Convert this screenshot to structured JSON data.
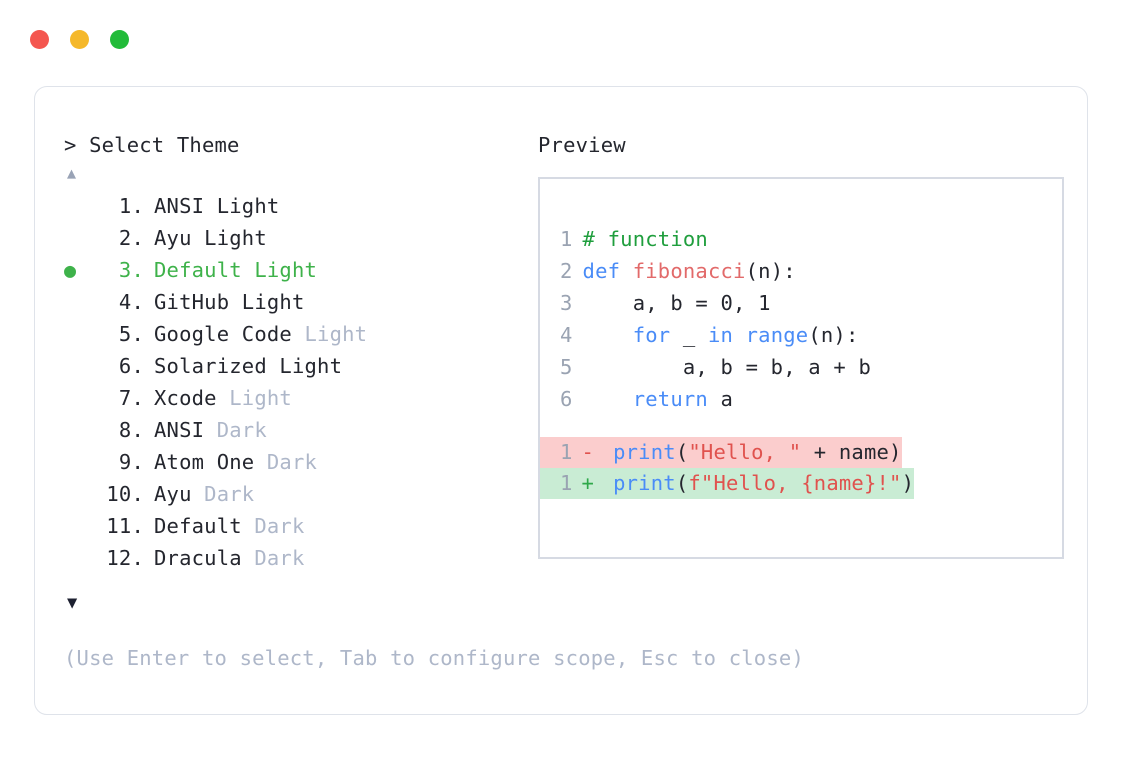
{
  "window": {
    "traffic_lights": [
      {
        "name": "close",
        "color": "#f4564f"
      },
      {
        "name": "minimize",
        "color": "#f5b82a"
      },
      {
        "name": "maximize",
        "color": "#22bb39"
      }
    ]
  },
  "selector": {
    "prompt_symbol": ">",
    "title": "Select Theme",
    "scroll_up_glyph": "▲",
    "scroll_down_glyph": "▼",
    "selected_bullet": "●",
    "selected_index": 3,
    "selected_color": "#3eb24a",
    "items": [
      {
        "index": "1.",
        "name": "ANSI Light",
        "variant": "",
        "selected": false
      },
      {
        "index": "2.",
        "name": "Ayu Light",
        "variant": "",
        "selected": false
      },
      {
        "index": "3.",
        "name": "Default Light",
        "variant": "",
        "selected": true
      },
      {
        "index": "4.",
        "name": "GitHub Light",
        "variant": "",
        "selected": false
      },
      {
        "index": "5.",
        "name": "Google Code",
        "variant": "Light",
        "selected": false
      },
      {
        "index": "6.",
        "name": "Solarized Light",
        "variant": "",
        "selected": false
      },
      {
        "index": "7.",
        "name": "Xcode",
        "variant": "Light",
        "selected": false
      },
      {
        "index": "8.",
        "name": "ANSI",
        "variant": "Dark",
        "selected": false
      },
      {
        "index": "9.",
        "name": "Atom One",
        "variant": "Dark",
        "selected": false
      },
      {
        "index": "10.",
        "name": "Ayu",
        "variant": "Dark",
        "selected": false
      },
      {
        "index": "11.",
        "name": "Default",
        "variant": "Dark",
        "selected": false
      },
      {
        "index": "12.",
        "name": "Dracula",
        "variant": "Dark",
        "selected": false
      }
    ]
  },
  "preview": {
    "label": "Preview",
    "code_lines": [
      {
        "gutter": "1",
        "tokens": [
          {
            "t": "# function",
            "c": "comment"
          }
        ]
      },
      {
        "gutter": "2",
        "tokens": [
          {
            "t": "def ",
            "c": "keyword"
          },
          {
            "t": "fibonacci",
            "c": "func"
          },
          {
            "t": "(n):",
            "c": "plain"
          }
        ]
      },
      {
        "gutter": "3",
        "tokens": [
          {
            "t": "    a, b = 0, 1",
            "c": "plain"
          }
        ]
      },
      {
        "gutter": "4",
        "tokens": [
          {
            "t": "    ",
            "c": "plain"
          },
          {
            "t": "for ",
            "c": "keyword"
          },
          {
            "t": "_ ",
            "c": "plain"
          },
          {
            "t": "in ",
            "c": "keyword"
          },
          {
            "t": "range",
            "c": "builtin"
          },
          {
            "t": "(n):",
            "c": "plain"
          }
        ]
      },
      {
        "gutter": "5",
        "tokens": [
          {
            "t": "        a, b = b, a + b",
            "c": "plain"
          }
        ]
      },
      {
        "gutter": "6",
        "tokens": [
          {
            "t": "    ",
            "c": "plain"
          },
          {
            "t": "return ",
            "c": "keyword"
          },
          {
            "t": "a",
            "c": "plain"
          }
        ]
      }
    ],
    "diff_lines": [
      {
        "gutter": "1",
        "marker": "-",
        "kind": "minus",
        "tokens": [
          {
            "t": "print",
            "c": "builtin"
          },
          {
            "t": "(",
            "c": "plain"
          },
          {
            "t": "\"Hello, \"",
            "c": "string"
          },
          {
            "t": " + name)",
            "c": "plain"
          }
        ]
      },
      {
        "gutter": "1",
        "marker": "+",
        "kind": "plus",
        "tokens": [
          {
            "t": "print",
            "c": "builtin"
          },
          {
            "t": "(",
            "c": "plain"
          },
          {
            "t": "f",
            "c": "fprefix"
          },
          {
            "t": "\"Hello, ",
            "c": "string"
          },
          {
            "t": "{name}",
            "c": "string"
          },
          {
            "t": "!\"",
            "c": "string"
          },
          {
            "t": ")",
            "c": "plain"
          }
        ]
      }
    ],
    "diff_colors": {
      "minus_bg": "#fbcdcd",
      "plus_bg": "#c9ecd4"
    }
  },
  "hint": "(Use Enter to select, Tab to configure scope, Esc to close)"
}
